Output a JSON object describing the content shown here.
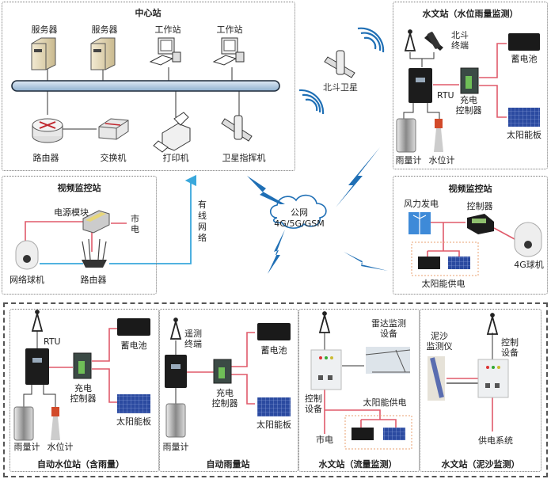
{
  "center_station": {
    "title": "中心站",
    "top_devices": [
      "服务器",
      "服务器",
      "工作站",
      "工作站"
    ],
    "bottom_devices": [
      "路由器",
      "交换机",
      "打印机",
      "卫星指挥机"
    ]
  },
  "hydro_station_top": {
    "title": "水文站（水位雨量监测）",
    "beidou_terminal": "北斗\n终端",
    "rtu": "RTU",
    "charge_controller": "充电\n控制器",
    "battery": "蓄电池",
    "solar_panel": "太阳能板",
    "rain_gauge": "雨量计",
    "water_level_gauge": "水位计"
  },
  "video_station_left": {
    "title": "视频监控站",
    "power_module": "电源模块",
    "mains": "市\n电",
    "network_camera": "网络球机",
    "router": "路由器"
  },
  "wired_network": "有线网络",
  "beidou_satellite": "北斗卫星",
  "public_network": {
    "line1": "公网",
    "line2": "4G/5G/GSM"
  },
  "video_station_right": {
    "title": "视频监控站",
    "wind_power": "风力发电",
    "controller": "控制器",
    "camera_4g": "4G球机",
    "solar_supply": "太阳能供电"
  },
  "bottom_stations": [
    {
      "title": "自动水位站（含雨量）",
      "rtu": "RTU",
      "charge_controller": "充电\n控制器",
      "battery": "蓄电池",
      "solar_panel": "太阳能板",
      "rain_gauge": "雨量计",
      "water_level_gauge": "水位计"
    },
    {
      "title": "自动雨量站",
      "telemetry_terminal": "遥测\n终端",
      "charge_controller": "充电\n控制器",
      "battery": "蓄电池",
      "solar_panel": "太阳能板",
      "rain_gauge": "雨量计"
    },
    {
      "title": "水文站（流量监测）",
      "radar_device": "雷达监测\n设备",
      "control_device": "控制\n设备",
      "solar_supply": "太阳能供电",
      "mains": "市电"
    },
    {
      "title": "水文站（泥沙监测）",
      "sediment_monitor": "泥沙\n监测仪",
      "control_device": "控制\n设备",
      "power_system": "供电系统"
    }
  ],
  "colors": {
    "power_line": "#e05a6a",
    "network_line": "#3aa8dc",
    "wireless": "#1f6fb5",
    "bus": "#b8d0e6"
  }
}
